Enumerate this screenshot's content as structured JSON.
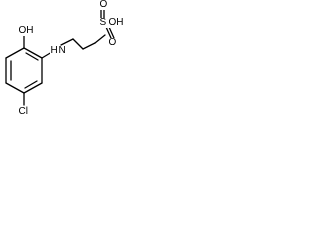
{
  "structure": {
    "atoms": {
      "hydroxyl": "OH",
      "amine": "H",
      "amine_n": "N",
      "chloro": "Cl",
      "sulfonic_s": "S",
      "sulfonic_oh": "OH",
      "sulfonic_o_top": "O",
      "sulfonic_o_bottom": "O"
    }
  }
}
